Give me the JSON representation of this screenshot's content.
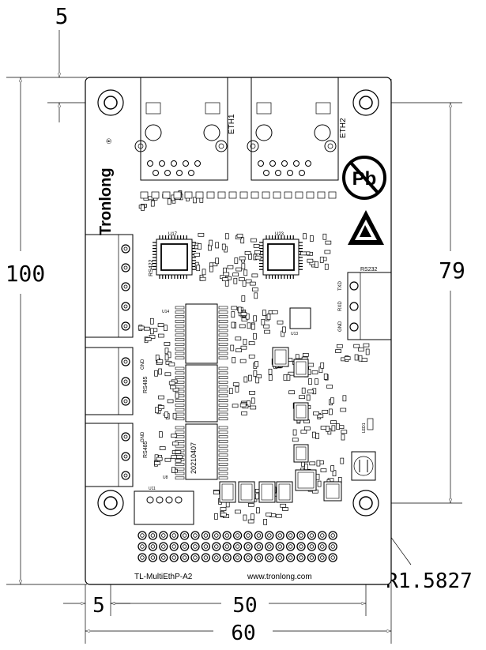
{
  "dimensions": {
    "top_offset": "5",
    "height_total": "100",
    "height_holes": "79",
    "left_offset": "5",
    "width_holes": "50",
    "width_total": "60",
    "hole_radius": "R1.5827"
  },
  "board": {
    "eth1": "ETH1",
    "eth2": "ETH2",
    "brand": "Tronlong",
    "brand_mark": "®",
    "lead_free_mark": "Pb",
    "rs232": "RS232",
    "rs485": "RS485",
    "rs422": "RS422",
    "date_code": "20210407",
    "model": "TL-MultiEthP-A2",
    "website": "www.tronlong.com",
    "u17": "U17",
    "u23": "U23",
    "u11": "U11",
    "u13": "U13",
    "u14": "U14",
    "u5": "U5",
    "u8": "U8",
    "led1": "LED1",
    "gnd": "GND",
    "txd": "TXD",
    "rxd": "RXD"
  }
}
